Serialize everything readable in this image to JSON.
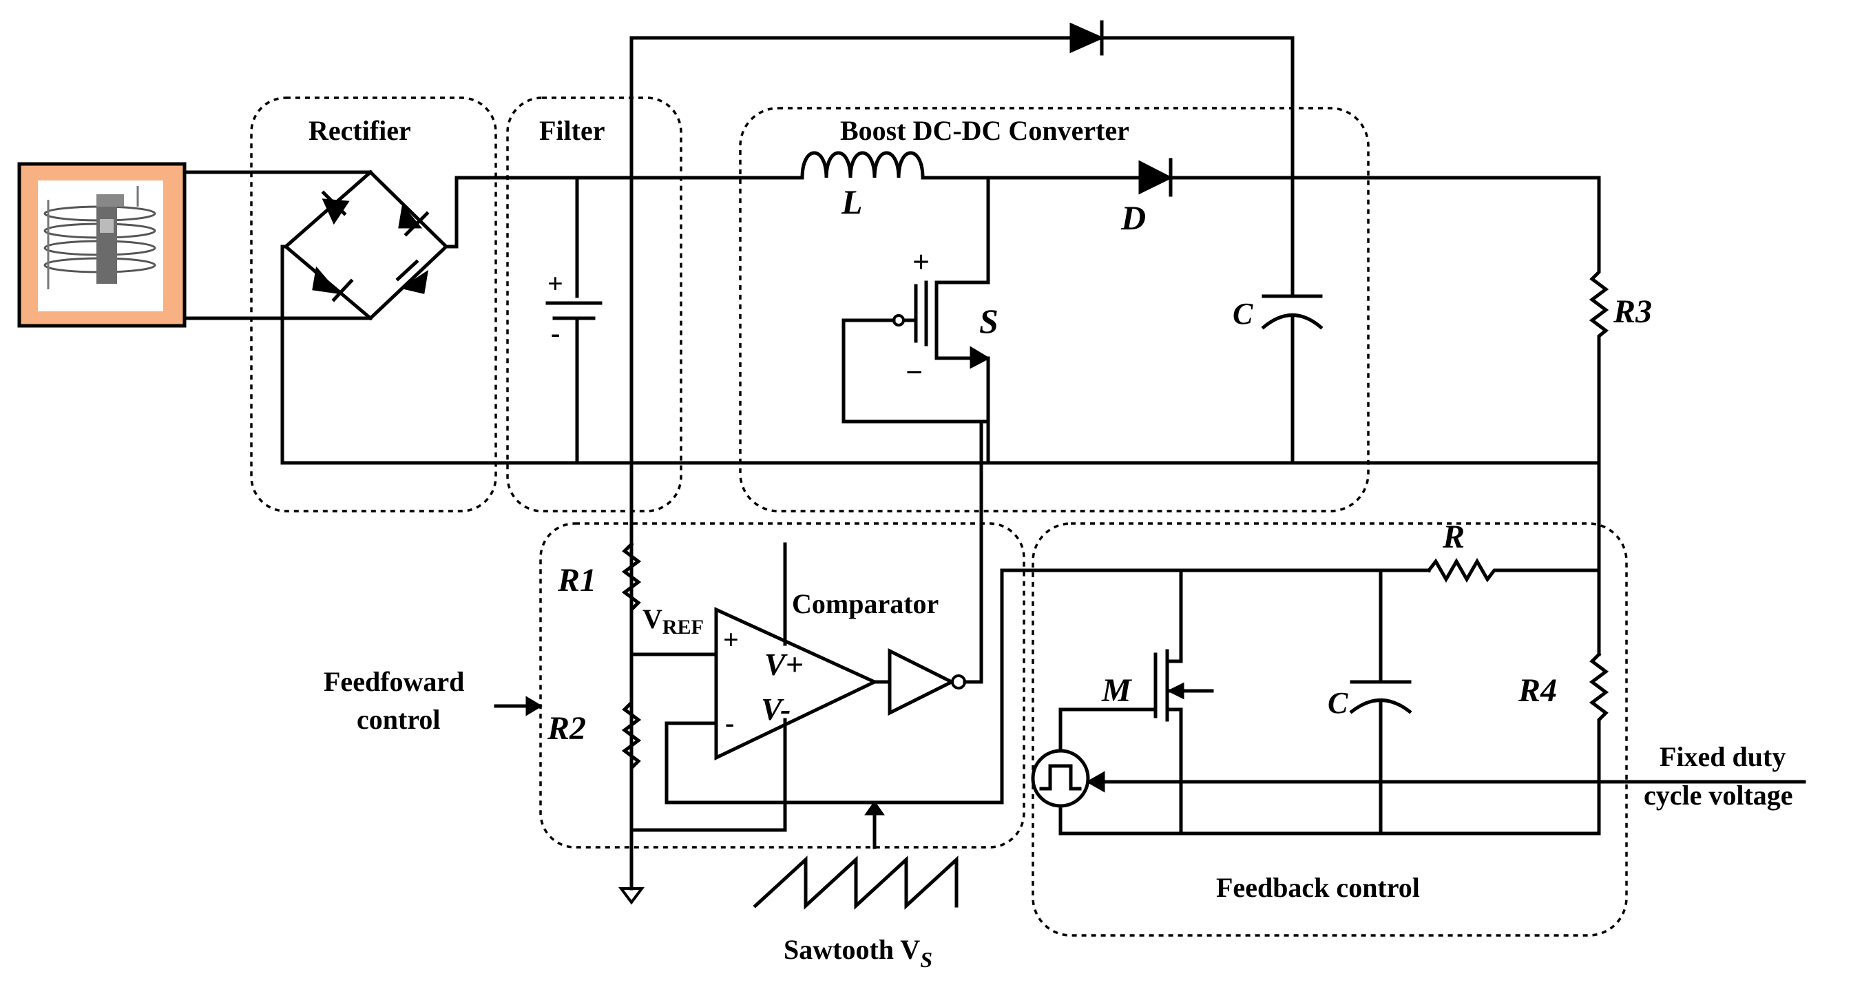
{
  "blocks": {
    "rectifier": "Rectifier",
    "filter": "Filter",
    "boost": "Boost DC-DC Converter",
    "comparator": "Comparator",
    "feedback": "Feedback control",
    "feedforward_line1": "Feedfoward",
    "feedforward_line2": "control",
    "fixed_line1": "Fixed duty",
    "fixed_line2": "cycle voltage",
    "sawtooth": "Sawtooth V",
    "sawtooth_sub": "S"
  },
  "components": {
    "inductor": "L",
    "diode": "D",
    "switch": "S",
    "cap_boost": "C",
    "cap_feedback": "C",
    "r1": "R1",
    "r2": "R2",
    "r3": "R3",
    "r4": "R4",
    "r": "R",
    "mosfet": "M",
    "vref": "V",
    "vref_sub": "REF",
    "vplus": "V+",
    "vminus": "V-",
    "plus": "+",
    "minus": "-",
    "s_plus": "+",
    "s_minus": "−",
    "batt_plus": "+",
    "batt_minus": "-"
  }
}
